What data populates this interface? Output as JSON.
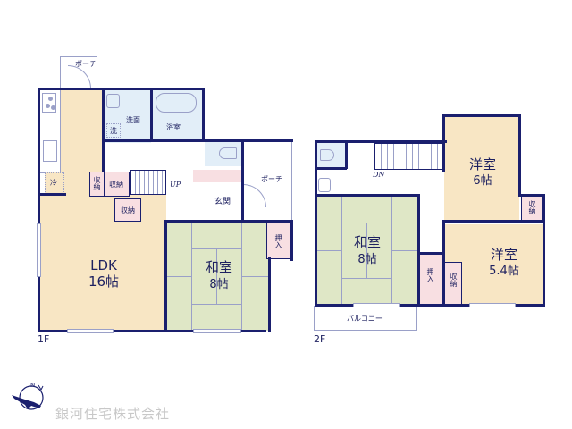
{
  "floor1": {
    "label": "1F",
    "rooms": {
      "porch_top": "ポーチ",
      "washroom": "洗面",
      "washer": "洗",
      "bath": "浴室",
      "fridge": "冷",
      "storage_a": "収納",
      "storage_b": "収納",
      "storage_c": "収納",
      "stairs_up": "UP",
      "entrance": "玄関",
      "porch_side": "ポーチ",
      "ldk_name": "LDK",
      "ldk_size": "16帖",
      "washitsu_name": "和室",
      "washitsu_size": "8帖",
      "oshiire": "押入"
    }
  },
  "floor2": {
    "label": "2F",
    "rooms": {
      "stairs_down": "DN",
      "yoshitsu1_name": "洋室",
      "yoshitsu1_size": "6帖",
      "storage_1": "収納",
      "washitsu_name": "和室",
      "washitsu_size": "8帖",
      "oshiire": "押入",
      "storage_2": "収納",
      "yoshitsu2_name": "洋室",
      "yoshitsu2_size": "5.4帖",
      "balcony": "バルコニー"
    }
  },
  "compass": {
    "north": "N"
  },
  "company": {
    "name": "銀河住宅株式会社"
  },
  "colors": {
    "wall": "#1a1f6e",
    "ldk": "#f8e6c4",
    "tatami": "#dfe7c6",
    "wet_area": "#e2eef8",
    "storage": "#f8dfe2"
  }
}
